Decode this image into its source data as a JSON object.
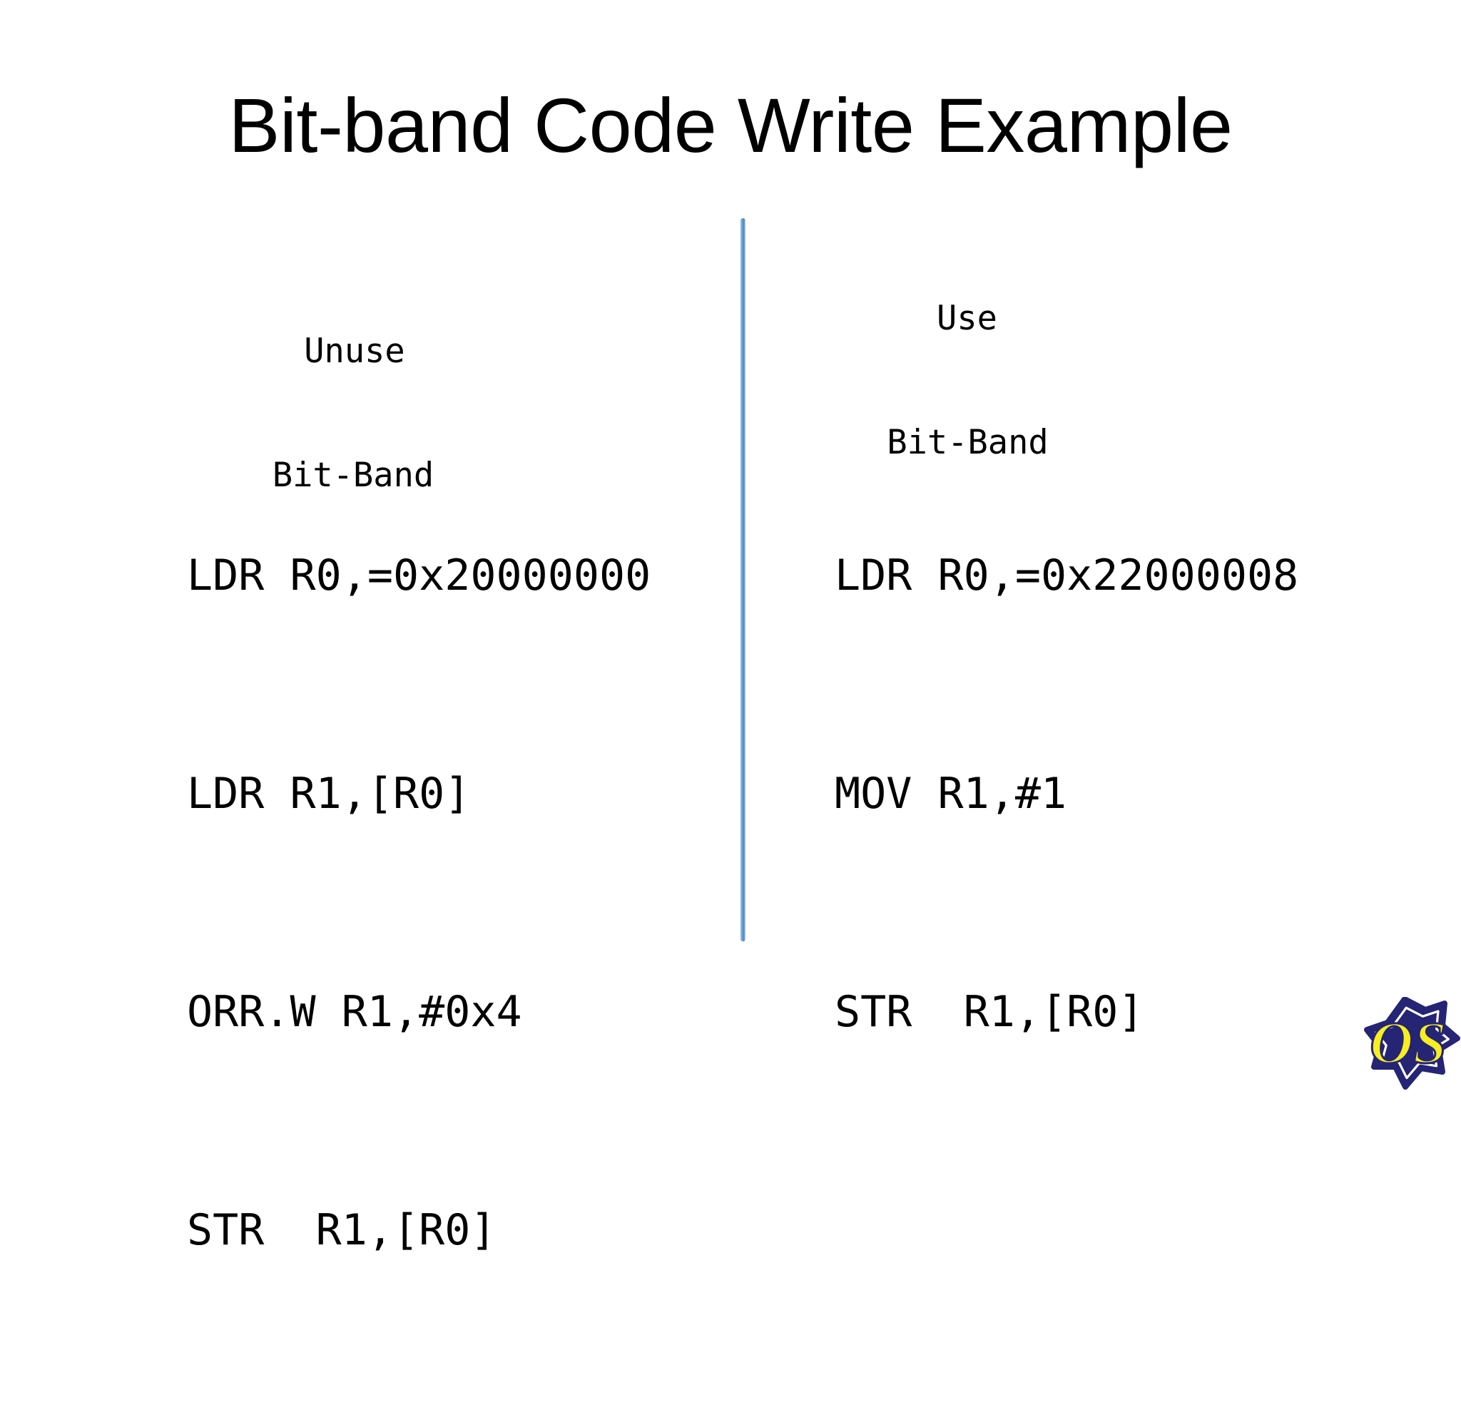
{
  "slide": {
    "title": "Bit-band Code Write Example",
    "background_color": "#FFFFFF",
    "divider_color": "#5B9BD5"
  },
  "columns": {
    "left": {
      "header_line1": "Unuse",
      "header_line2": "Bit-Band",
      "code": [
        "LDR R0,=0x20000000",
        "LDR R1,[R0]",
        "ORR.W R1,#0x4",
        "STR  R1,[R0]"
      ]
    },
    "right": {
      "header_line1": "Use",
      "header_line2": "Bit-Band",
      "code": [
        "LDR R0,=0x22000008",
        "MOV R1,#1",
        "STR  R1,[R0]"
      ]
    }
  },
  "logo": {
    "text": "OS",
    "star_color": "#252475",
    "text_color": "#F7EE22",
    "outline_color": "#FFFFFF"
  }
}
